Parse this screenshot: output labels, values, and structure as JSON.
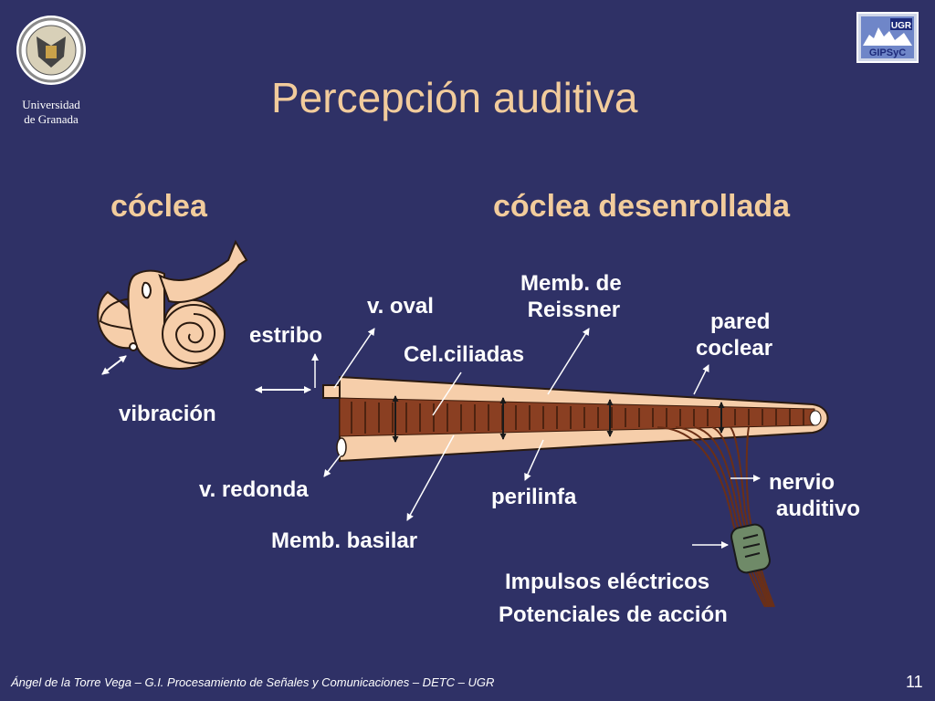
{
  "header": {
    "university_line1": "Universidad",
    "university_line2": "de Granada",
    "logo_left": "university-crest-icon",
    "logo_right": "gipsyc-logo-icon",
    "logo_right_text_top": "UGR",
    "logo_right_text_bottom": "GIPSyC"
  },
  "slide": {
    "title": "Percepción auditiva",
    "left_heading": "cóclea",
    "right_heading": "cóclea desenrollada"
  },
  "labels": {
    "vibracion": "vibración",
    "estribo": "estribo",
    "v_oval": "v. oval",
    "memb_reissner_1": "Memb. de",
    "memb_reissner_2": "Reissner",
    "cel_ciliadas": "Cel.ciliadas",
    "pared_1": "pared",
    "pared_2": "coclear",
    "v_redonda": "v. redonda",
    "perilinfa": "perilinfa",
    "memb_basilar": "Memb. basilar",
    "nervio_1": "nervio",
    "nervio_2": "auditivo",
    "impulsos": "Impulsos eléctricos",
    "potenciales": "Potenciales de acción"
  },
  "footer": {
    "text": "Ángel de la Torre Vega – G.I. Procesamiento de Señales y Comunicaciones – DETC – UGR",
    "page_number": "11"
  },
  "colors": {
    "background": "#2f3166",
    "title": "#f2cc9c",
    "cochlea_fill": "#f6ceaa",
    "membrane": "#8a3f22",
    "text": "#ffffff"
  }
}
